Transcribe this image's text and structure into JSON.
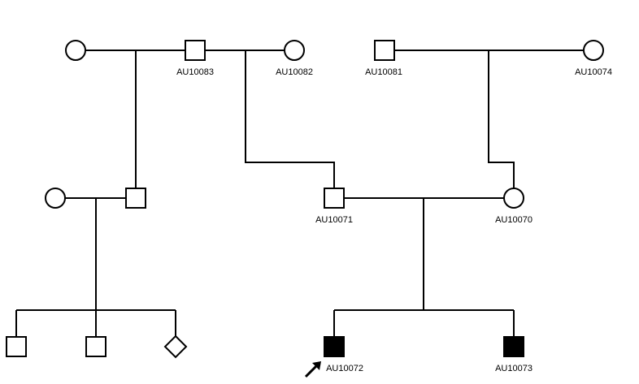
{
  "diagram": {
    "type": "pedigree",
    "colors": {
      "line": "#000000",
      "unaffected_fill": "#ffffff",
      "affected_fill": "#000000"
    },
    "individuals": [
      {
        "id": "AU10083",
        "label": "AU10083",
        "sex": "male",
        "affected": false
      },
      {
        "id": "AU10082",
        "label": "AU10082",
        "sex": "female",
        "affected": false
      },
      {
        "id": "AU10081",
        "label": "AU10081",
        "sex": "male",
        "affected": false
      },
      {
        "id": "AU10074",
        "label": "AU10074",
        "sex": "female",
        "affected": false
      },
      {
        "id": "AU10071",
        "label": "AU10071",
        "sex": "male",
        "affected": false
      },
      {
        "id": "AU10070",
        "label": "AU10070",
        "sex": "female",
        "affected": false
      },
      {
        "id": "AU10072",
        "label": "AU10072",
        "sex": "male",
        "affected": true,
        "proband": true
      },
      {
        "id": "AU10073",
        "label": "AU10073",
        "sex": "male",
        "affected": true
      }
    ],
    "unlabeled": [
      {
        "sex": "female",
        "affected": false
      },
      {
        "sex": "male",
        "affected": false
      },
      {
        "sex": "female",
        "affected": false
      },
      {
        "sex": "male",
        "affected": false
      },
      {
        "sex": "male",
        "affected": false
      },
      {
        "sex": "unknown",
        "affected": false
      }
    ]
  }
}
